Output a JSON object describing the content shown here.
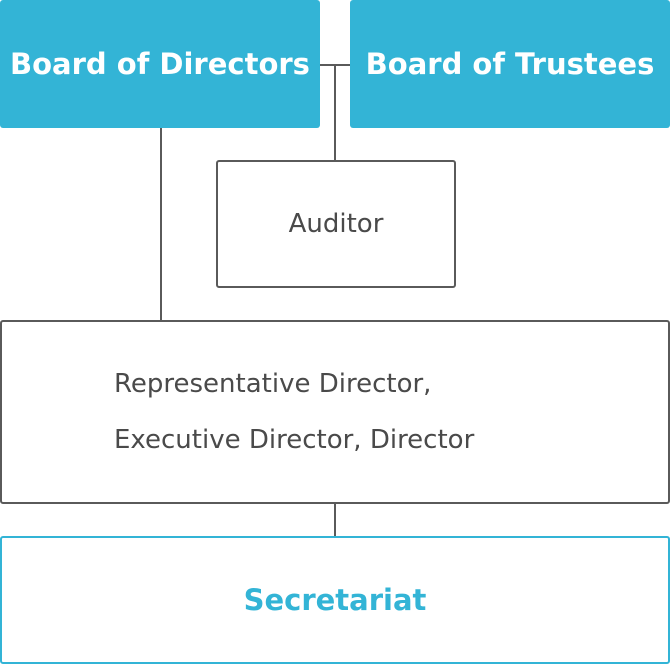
{
  "diagram": {
    "nodes": {
      "board_of_directors": "Board of Directors",
      "board_of_trustees": "Board of Trustees",
      "auditor": "Auditor",
      "executives_line1": "Representative Director,",
      "executives_line2": "Executive Director, Director",
      "secretariat": "Secretariat"
    },
    "edges": [
      {
        "from": "board_of_directors",
        "to": "board_of_trustees"
      },
      {
        "from": "board_of_directors",
        "to": "executives"
      },
      {
        "from": "board_of_trustees",
        "to": "auditor"
      },
      {
        "from": "executives",
        "to": "secretariat"
      }
    ],
    "colors": {
      "accent": "#33b4d6",
      "border": "#5a5a5a",
      "text": "#4a4a4a"
    }
  }
}
